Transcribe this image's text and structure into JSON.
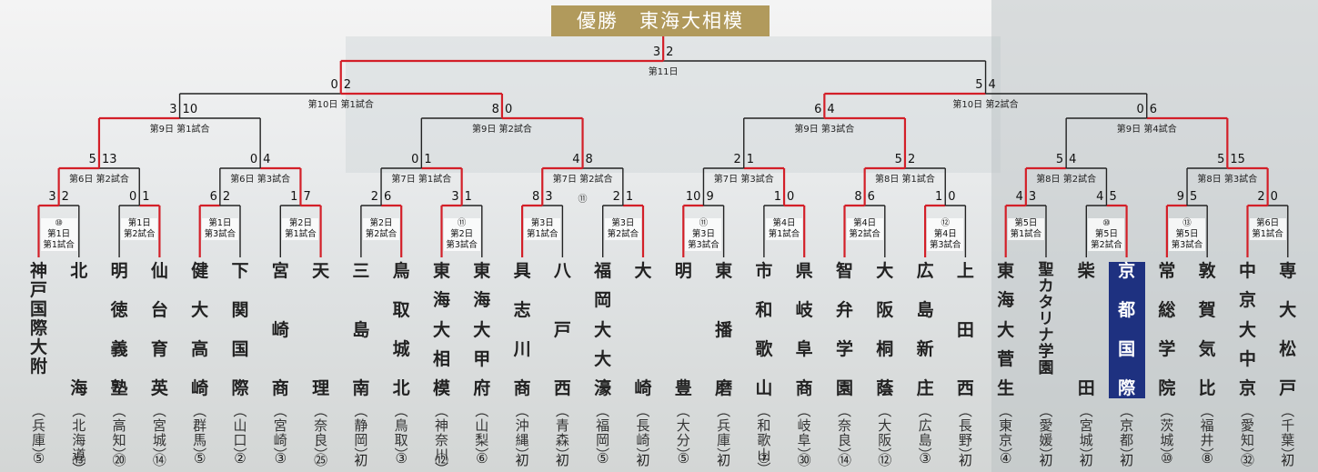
{
  "champion": {
    "label": "優勝",
    "team": "東海大相模"
  },
  "colors": {
    "winner_line": "#d31f28",
    "loser_line": "#222222",
    "highlight": "#1e3180",
    "banner": "#b19a5c"
  },
  "teams": [
    {
      "name": "神戸国際大附",
      "pref": "兵庫",
      "appearances": "⑤"
    },
    {
      "name": "北海",
      "pref": "北海道",
      "appearances": "⑬"
    },
    {
      "name": "明徳義塾",
      "pref": "高知",
      "appearances": "⑳"
    },
    {
      "name": "仙台育英",
      "pref": "宮城",
      "appearances": "⑭"
    },
    {
      "name": "健大高崎",
      "pref": "群馬",
      "appearances": "⑤"
    },
    {
      "name": "下関国際",
      "pref": "山口",
      "appearances": "②"
    },
    {
      "name": "宮崎商",
      "pref": "宮崎",
      "appearances": "③"
    },
    {
      "name": "天理",
      "pref": "奈良",
      "appearances": "㉕"
    },
    {
      "name": "三島南",
      "pref": "静岡",
      "appearances": "初"
    },
    {
      "name": "鳥取城北",
      "pref": "鳥取",
      "appearances": "③"
    },
    {
      "name": "東海大相模",
      "pref": "神奈川",
      "appearances": "⑫"
    },
    {
      "name": "東海大甲府",
      "pref": "山梨",
      "appearances": "⑥"
    },
    {
      "name": "具志川商",
      "pref": "沖縄",
      "appearances": "初"
    },
    {
      "name": "八戸西",
      "pref": "青森",
      "appearances": "初"
    },
    {
      "name": "福岡大大濠",
      "pref": "福岡",
      "appearances": "⑤"
    },
    {
      "name": "大崎",
      "pref": "長崎",
      "appearances": "初"
    },
    {
      "name": "明豊",
      "pref": "大分",
      "appearances": "⑤"
    },
    {
      "name": "東播磨",
      "pref": "兵庫",
      "appearances": "初"
    },
    {
      "name": "市和歌山",
      "pref": "和歌山",
      "appearances": "⑦"
    },
    {
      "name": "県岐阜商",
      "pref": "岐阜",
      "appearances": "㉚"
    },
    {
      "name": "智弁学園",
      "pref": "奈良",
      "appearances": "⑭"
    },
    {
      "name": "大阪桐蔭",
      "pref": "大阪",
      "appearances": "⑫"
    },
    {
      "name": "広島新庄",
      "pref": "広島",
      "appearances": "③"
    },
    {
      "name": "上田西",
      "pref": "長野",
      "appearances": "初"
    },
    {
      "name": "東海大菅生",
      "pref": "東京",
      "appearances": "④"
    },
    {
      "name": "聖カタリナ学園",
      "pref": "愛媛",
      "appearances": "初"
    },
    {
      "name": "柴田",
      "pref": "宮城",
      "appearances": "初"
    },
    {
      "name": "京都国際",
      "pref": "京都",
      "appearances": "初",
      "highlight": true
    },
    {
      "name": "常総学院",
      "pref": "茨城",
      "appearances": "⑩"
    },
    {
      "name": "敦賀気比",
      "pref": "福井",
      "appearances": "⑧"
    },
    {
      "name": "中京大中京",
      "pref": "愛知",
      "appearances": "㉜"
    },
    {
      "name": "専大松戸",
      "pref": "千葉",
      "appearances": "初"
    }
  ],
  "rounds": [
    [
      {
        "day": "第1日",
        "game": "第1試合",
        "note": "⑩",
        "scores": [
          3,
          2
        ],
        "winner": 0
      },
      {
        "day": "第1日",
        "game": "第2試合",
        "scores": [
          0,
          1
        ],
        "winner": 1
      },
      {
        "day": "第1日",
        "game": "第3試合",
        "scores": [
          6,
          2
        ],
        "winner": 0
      },
      {
        "day": "第2日",
        "game": "第1試合",
        "scores": [
          1,
          7
        ],
        "winner": 1
      },
      {
        "day": "第2日",
        "game": "第2試合",
        "scores": [
          2,
          6
        ],
        "winner": 1
      },
      {
        "day": "第2日",
        "game": "第3試合",
        "note": "⑪",
        "scores": [
          3,
          1
        ],
        "winner": 0
      },
      {
        "day": "第3日",
        "game": "第1試合",
        "scores": [
          8,
          3
        ],
        "winner": 0
      },
      {
        "day": "第3日",
        "game": "第2試合",
        "scores": [
          2,
          1
        ],
        "winner": 1
      },
      {
        "day": "第3日",
        "game": "第3試合",
        "note": "⑪",
        "scores": [
          10,
          9
        ],
        "winner": 0
      },
      {
        "day": "第4日",
        "game": "第1試合",
        "scores": [
          1,
          0
        ],
        "winner": 1
      },
      {
        "day": "第4日",
        "game": "第2試合",
        "scores": [
          8,
          6
        ],
        "winner": 0
      },
      {
        "day": "第4日",
        "game": "第3試合",
        "note": "⑫",
        "scores": [
          1,
          0
        ],
        "winner": 0
      },
      {
        "day": "第5日",
        "game": "第1試合",
        "scores": [
          4,
          3
        ],
        "winner": 0
      },
      {
        "day": "第5日",
        "game": "第2試合",
        "note": "⑩",
        "scores": [
          4,
          5
        ],
        "winner": 1
      },
      {
        "day": "第5日",
        "game": "第3試合",
        "note": "⑬",
        "scores": [
          9,
          5
        ],
        "winner": 0
      },
      {
        "day": "第6日",
        "game": "第1試合",
        "scores": [
          2,
          0
        ],
        "winner": 0
      }
    ],
    [
      {
        "label": "第6日 第2試合",
        "scores": [
          5,
          13
        ],
        "winner": 0
      },
      {
        "label": "第6日 第3試合",
        "scores": [
          0,
          4
        ],
        "winner": 1
      },
      {
        "label": "第7日 第1試合",
        "scores": [
          0,
          1
        ],
        "winner": 1
      },
      {
        "label": "第7日 第2試合",
        "note": "⑪",
        "scores": [
          4,
          8
        ],
        "winner": 0
      },
      {
        "label": "第7日 第3試合",
        "scores": [
          2,
          1
        ],
        "winner": 1
      },
      {
        "label": "第8日 第1試合",
        "scores": [
          5,
          2
        ],
        "winner": 0
      },
      {
        "label": "第8日 第2試合",
        "scores": [
          5,
          4
        ],
        "winner": 0
      },
      {
        "label": "第8日 第3試合",
        "scores": [
          5,
          15
        ],
        "winner": 1
      }
    ],
    [
      {
        "label": "第9日 第1試合",
        "scores": [
          3,
          10
        ],
        "winner": 0
      },
      {
        "label": "第9日 第2試合",
        "scores": [
          8,
          0
        ],
        "winner": 1
      },
      {
        "label": "第9日 第3試合",
        "scores": [
          6,
          4
        ],
        "winner": 1
      },
      {
        "label": "第9日 第4試合",
        "scores": [
          0,
          6
        ],
        "winner": 1
      }
    ],
    [
      {
        "label": "第10日 第1試合",
        "scores": [
          0,
          2
        ],
        "winner": 1
      },
      {
        "label": "第10日 第2試合",
        "scores": [
          5,
          4
        ],
        "winner": 0
      }
    ],
    [
      {
        "label": "第11日",
        "scores": [
          3,
          2
        ],
        "winner": 0
      }
    ]
  ]
}
